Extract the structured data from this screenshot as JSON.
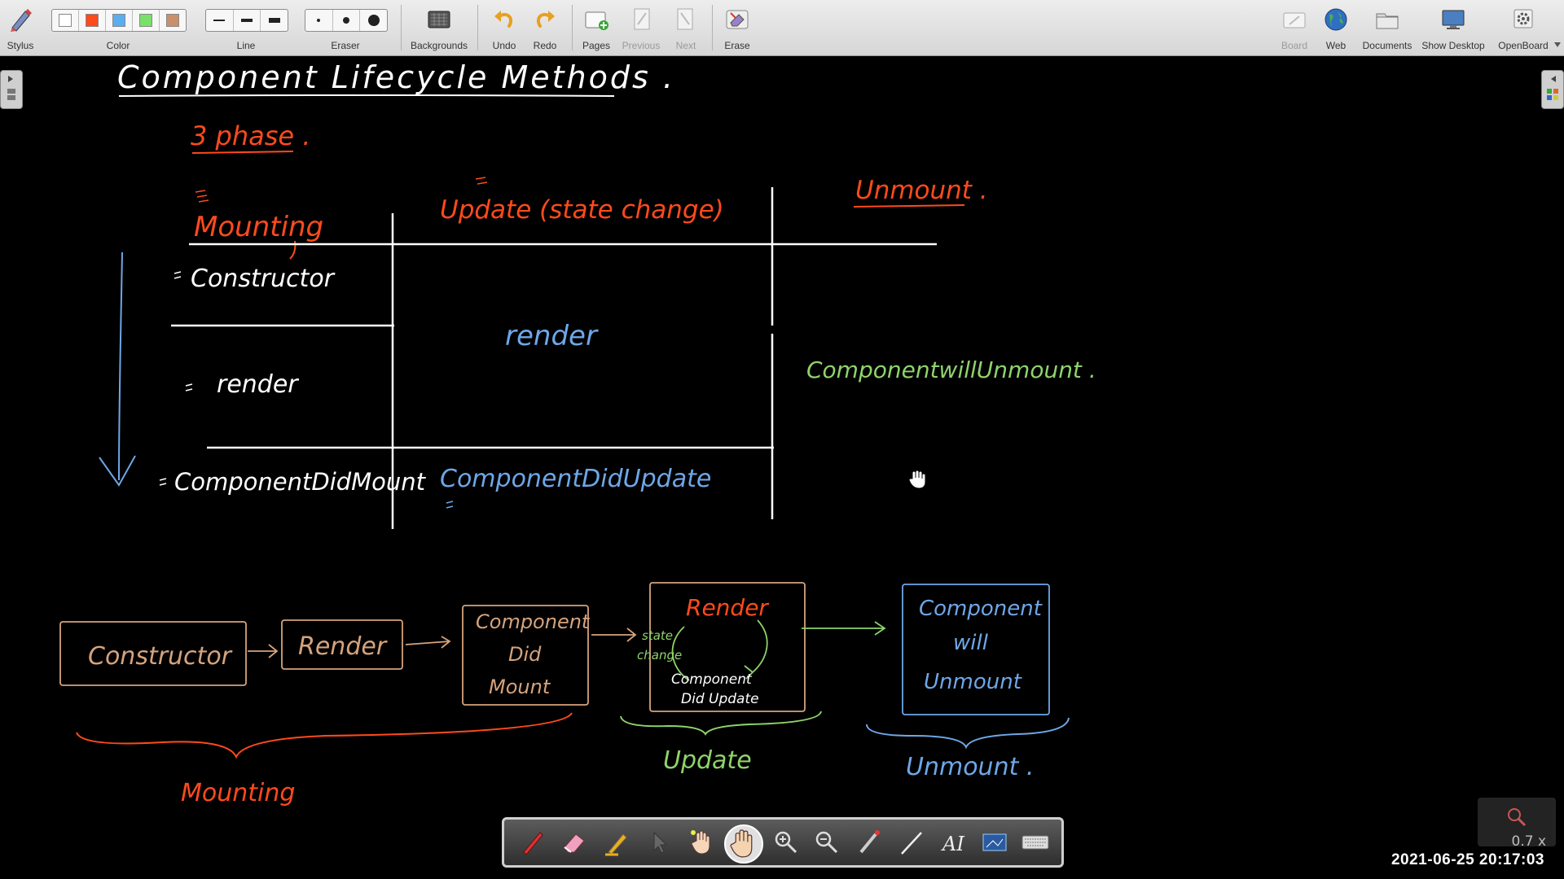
{
  "toolbar": {
    "stylus_label": "Stylus",
    "color_label": "Color",
    "line_label": "Line",
    "eraser_label": "Eraser",
    "backgrounds_label": "Backgrounds",
    "undo_label": "Undo",
    "redo_label": "Redo",
    "pages_label": "Pages",
    "previous_label": "Previous",
    "next_label": "Next",
    "erase_label": "Erase",
    "board_label": "Board",
    "web_label": "Web",
    "documents_label": "Documents",
    "show_desktop_label": "Show Desktop",
    "openboard_label": "OpenBoard",
    "colors": [
      "#ffffff",
      "#ff4a1c",
      "#5aaef0",
      "#79e06a",
      "#c9906a"
    ]
  },
  "board": {
    "title": "Component Lifecycle Methods .",
    "phase_note": "3 phase .",
    "table": {
      "col_mounting": "Mounting",
      "col_update": "Update (state change)",
      "col_unmount": "Unmount .",
      "m_constructor": "Constructor",
      "m_render": "render",
      "m_didmount": "ComponentDidMount",
      "u_render": "render",
      "u_didupdate": "ComponentDidUpdate",
      "un_willunmount": "ComponentwillUnmount ."
    },
    "flow": {
      "constructor": "Constructor",
      "render": "Render",
      "didmount_1": "Component",
      "didmount_2": "Did",
      "didmount_3": "Mount",
      "update_render": "Render",
      "state_change_1": "state",
      "state_change_2": "change",
      "didupdate_1": "Component",
      "didupdate_2": "Did Update",
      "willunmount_1": "Component",
      "willunmount_2": "will",
      "willunmount_3": "Unmount",
      "brace_mounting": "Mounting",
      "brace_update": "Update",
      "brace_unmount": "Unmount ."
    },
    "ink_colors": {
      "white": "#ffffff",
      "red": "#ff4a1c",
      "blue": "#6ea7e8",
      "green": "#8fd36b",
      "brown": "#d6a37c"
    }
  },
  "status": {
    "zoom": "0.7 x",
    "timestamp": "2021-06-25  20:17:03"
  }
}
